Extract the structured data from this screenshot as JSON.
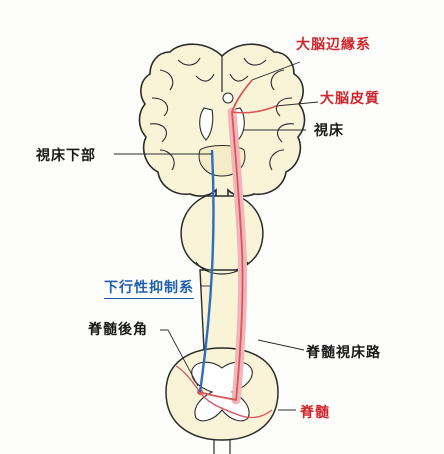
{
  "labels": {
    "limbic": "大脳辺縁系",
    "cortex": "大脳皮質",
    "thalamus": "視床",
    "hypothalamus": "視床下部",
    "descending": "下行性抑制系",
    "dorsal_horn": "脊髄後角",
    "spinothalamic": "脊髄視床路",
    "spinal_cord": "脊髄"
  },
  "colors": {
    "tissue": "#f9f4d8",
    "outline": "#2b2b2b",
    "pathway_red": "#d8565a",
    "pathway_pink": "#f2b6b8",
    "descending_blue": "#2d6ebd",
    "label_red": "#d0262b",
    "label_blue": "#1f5fae",
    "leader_lines": "#2b2b2b"
  }
}
